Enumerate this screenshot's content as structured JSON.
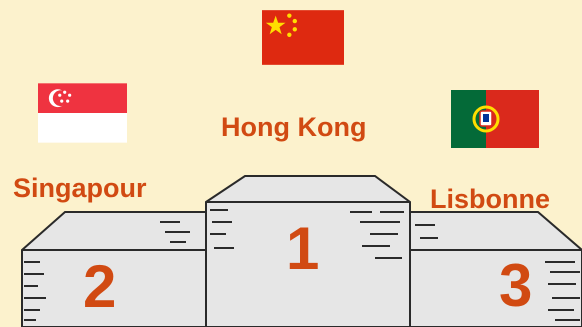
{
  "podium": {
    "first": {
      "rank": "1",
      "name": "Hong Kong",
      "flag": "china-flag"
    },
    "second": {
      "rank": "2",
      "name": "Singapour",
      "flag": "singapore-flag"
    },
    "third": {
      "rank": "3",
      "name": "Lisbonne",
      "flag": "portugal-flag"
    }
  },
  "colors": {
    "background": "#fcf2cd",
    "podium_fill": "#e6e6e6",
    "podium_outline": "#2a2a2a",
    "label_text": "#d14a12",
    "china_red": "#de2910",
    "china_star": "#ffde00",
    "singapore_red": "#ef3340",
    "portugal_green": "#046a38",
    "portugal_red": "#da291c"
  }
}
